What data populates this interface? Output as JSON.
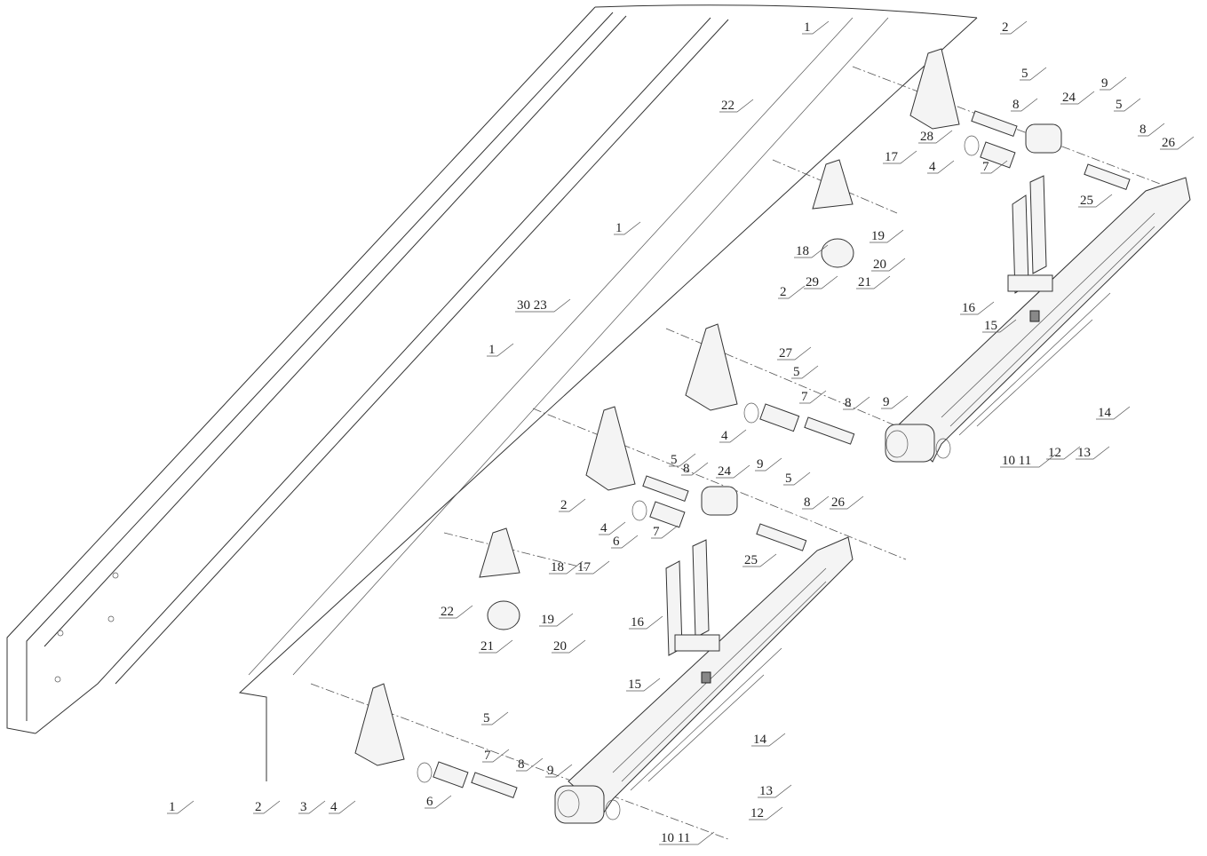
{
  "diagram": {
    "type": "exploded-assembly",
    "callouts": [
      "1",
      "2",
      "5",
      "8",
      "24",
      "9",
      "5",
      "8",
      "26",
      "28",
      "4",
      "7",
      "25",
      "22",
      "17",
      "19",
      "18",
      "20",
      "29",
      "21",
      "16",
      "15",
      "14",
      "10 11",
      "12",
      "13",
      "1",
      "2",
      "30 23",
      "27",
      "5",
      "7",
      "8",
      "9",
      "4",
      "1",
      "5",
      "8",
      "24",
      "9",
      "5",
      "8",
      "26",
      "2",
      "4",
      "6",
      "7",
      "25",
      "18",
      "17",
      "22",
      "19",
      "20",
      "21",
      "16",
      "15",
      "5",
      "7",
      "8",
      "9",
      "14",
      "13",
      "12",
      "1",
      "2",
      "3",
      "4",
      "6",
      "10 11"
    ]
  }
}
